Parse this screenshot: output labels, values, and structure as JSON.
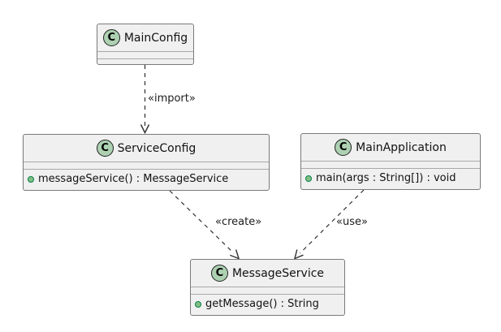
{
  "diagram": {
    "type": "uml-class-diagram",
    "classes": [
      {
        "stereotype_letter": "C",
        "name": "MainConfig",
        "members": []
      },
      {
        "stereotype_letter": "C",
        "name": "ServiceConfig",
        "members": [
          "messageService() : MessageService"
        ]
      },
      {
        "stereotype_letter": "C",
        "name": "MainApplication",
        "members": [
          "main(args : String[]) : void"
        ]
      },
      {
        "stereotype_letter": "C",
        "name": "MessageService",
        "members": [
          "getMessage() : String"
        ]
      }
    ],
    "edges": [
      {
        "from": "MainConfig",
        "to": "ServiceConfig",
        "label": "«import»",
        "style": "dashed"
      },
      {
        "from": "ServiceConfig",
        "to": "MessageService",
        "label": "«create»",
        "style": "dashed"
      },
      {
        "from": "MainApplication",
        "to": "MessageService",
        "label": "«use»",
        "style": "dashed"
      }
    ],
    "colors": {
      "background": "#ffffff",
      "node_fill": "#f0f0f0",
      "node_border": "#7a7a7a",
      "divider": "#a9a9a9",
      "stereotype_circle_fill": "#add1b2",
      "stereotype_circle_border": "#1f1f1f",
      "public_dot_fill": "#84be84",
      "public_dot_border": "#038048",
      "edge_stroke": "#303030"
    }
  }
}
